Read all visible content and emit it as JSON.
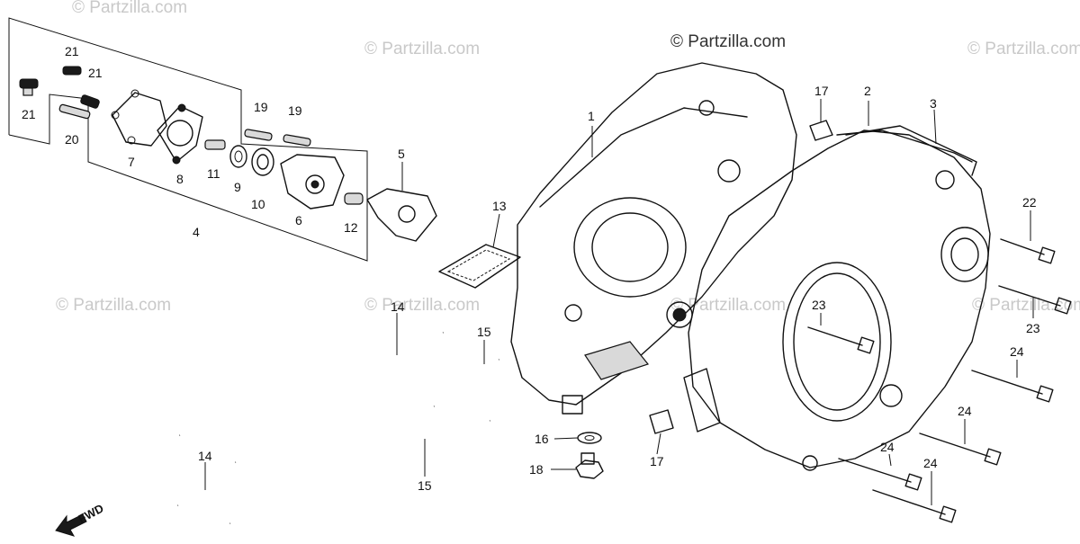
{
  "diagram": {
    "watermark_text": "© Partzilla.com",
    "fwd_label": "FWD",
    "callouts": {
      "c1": "1",
      "c2": "2",
      "c3": "3",
      "c4": "4",
      "c5": "5",
      "c6": "6",
      "c7": "7",
      "c8": "8",
      "c9": "9",
      "c10": "10",
      "c11": "11",
      "c12": "12",
      "c13": "13",
      "c14a": "14",
      "c14b": "14",
      "c15a": "15",
      "c15b": "15",
      "c16": "16",
      "c17a": "17",
      "c17b": "17",
      "c18": "18",
      "c19a": "19",
      "c19b": "19",
      "c20": "20",
      "c21a": "21",
      "c21b": "21",
      "c21c": "21",
      "c22": "22",
      "c23a": "23",
      "c23b": "23",
      "c24a": "24",
      "c24b": "24",
      "c24c": "24",
      "c24d": "24"
    }
  }
}
